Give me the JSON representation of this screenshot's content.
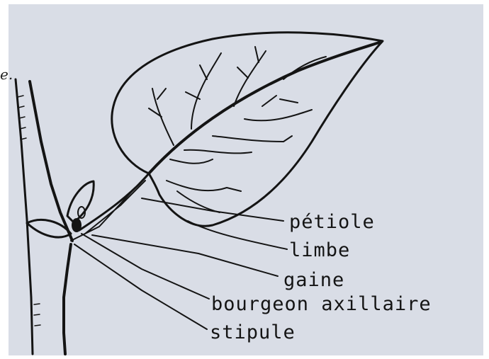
{
  "edge_fragment": "e.",
  "labels": {
    "petiole": "pétiole",
    "limbe": "limbe",
    "gaine": "gaine",
    "bourgeon": "bourgeon axillaire",
    "stipule": "stipule"
  }
}
